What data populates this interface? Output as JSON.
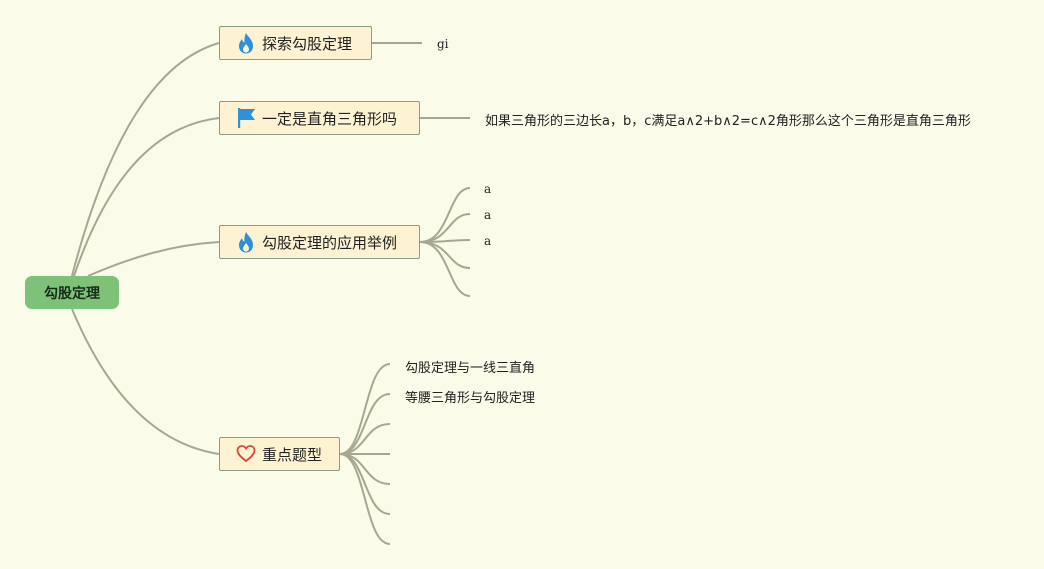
{
  "root": {
    "label": "勾股定理"
  },
  "topics": [
    {
      "label": "探索勾股定理",
      "icon": "fire-icon",
      "children": [
        "gi"
      ]
    },
    {
      "label": "一定是直角三角形吗",
      "icon": "flag-icon",
      "children": [
        "如果三角形的三边长a，b，c满足a∧2+b∧2=c∧2角形那么这个三角形是直角三角形"
      ]
    },
    {
      "label": "勾股定理的应用举例",
      "icon": "fire-icon",
      "children": [
        "a",
        "a",
        "a",
        "",
        ""
      ]
    },
    {
      "label": "重点题型",
      "icon": "heart-icon",
      "children": [
        "勾股定理与一线三直角",
        "等腰三角形与勾股定理",
        "",
        "",
        "",
        "",
        ""
      ]
    }
  ],
  "colors": {
    "background": "#fbfbe9",
    "root": "#7ec27a",
    "topic_fill": "#fdf3d3",
    "line": "#a7a791",
    "fire": "#2f8fd8",
    "flag": "#2f8fd8",
    "heart": "#d8483a"
  }
}
